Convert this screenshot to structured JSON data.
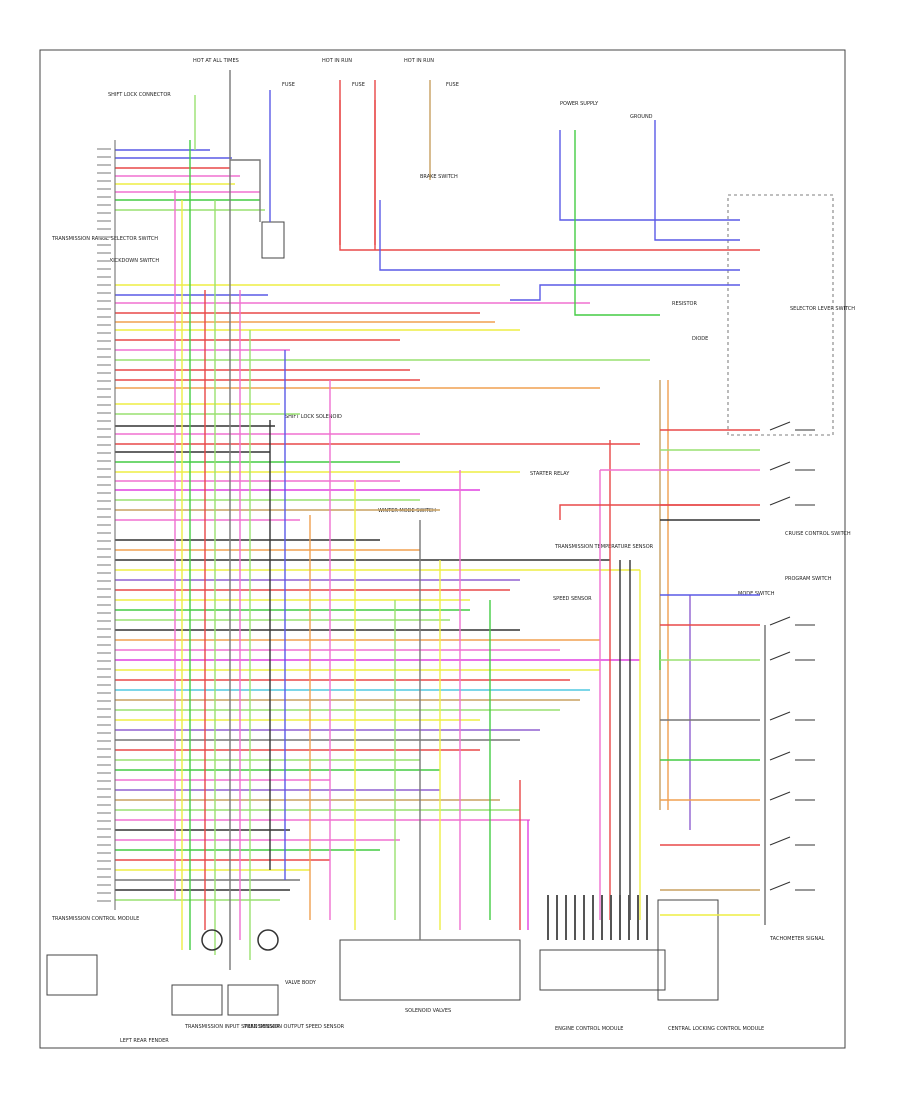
{
  "labels": {
    "hot_at_all_times": "HOT AT ALL TIMES",
    "hot_in_run_1": "HOT IN RUN",
    "hot_in_run_2": "HOT IN RUN",
    "fuse_1": "FUSE",
    "fuse_2": "FUSE",
    "fuse_3": "FUSE",
    "shift_lock_connector": "SHIFT LOCK CONNECTOR",
    "transmission_range_selector": "TRANSMISSION RANGE SELECTOR SWITCH",
    "shift_lock_solenoid": "SHIFT LOCK SOLENOID",
    "brake_switch": "BRAKE SWITCH",
    "power_supply": "POWER SUPPLY",
    "ground_point": "GROUND",
    "selector_lever_switch": "SELECTOR LEVER SWITCH",
    "resistor": "RESISTOR",
    "diode": "DIODE",
    "cruise_control": "CRUISE CONTROL SWITCH",
    "starter": "STARTER RELAY",
    "tcm_label": "TRANSMISSION CONTROL MODULE",
    "sensor_block": "SPEED SENSOR",
    "solenoid_valves": "SOLENOID VALVES",
    "valve_body": "VALVE BODY",
    "transmission_temp": "TRANSMISSION TEMPERATURE SENSOR",
    "input_speed": "TRANSMISSION INPUT SPEED SENSOR",
    "output_speed": "TRANSMISSION OUTPUT SPEED SENSOR",
    "engine_control": "ENGINE CONTROL MODULE",
    "central_locking": "CENTRAL LOCKING CONTROL MODULE",
    "tachometer": "TACHOMETER SIGNAL",
    "kickdown": "KICKDOWN SWITCH",
    "program_switch": "PROGRAM SWITCH",
    "left_rear_fender": "LEFT REAR FENDER",
    "winter_mode": "WINTER MODE SWITCH",
    "mode_switch": "MODE SWITCH"
  },
  "colors": {
    "blue": "#5a5ae6",
    "red": "#e84848",
    "pink": "#f070d0",
    "magenta": "#e040e0",
    "green": "#44cc44",
    "lightgreen": "#99e070",
    "yellow": "#eeee44",
    "orange": "#f0a050",
    "gray": "#777777",
    "black": "#333333",
    "tan": "#c8a060",
    "purple": "#9060d0",
    "cyan": "#50c8e0"
  }
}
